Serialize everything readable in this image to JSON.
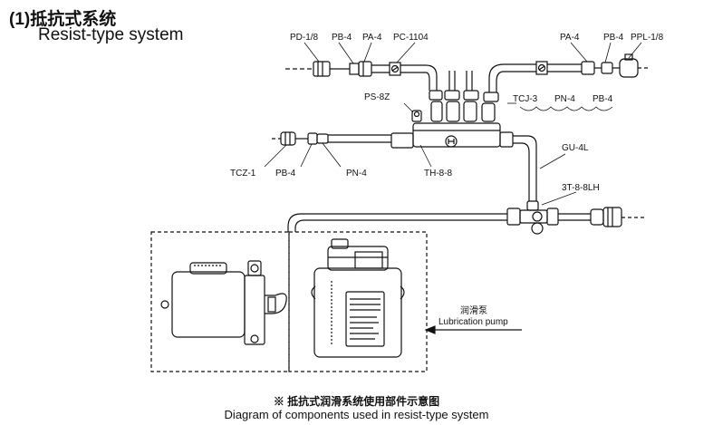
{
  "title": {
    "cn": "(1)抵抗式系统",
    "en": "Resist-type system"
  },
  "parts": {
    "pd": "PD-1/8",
    "pb4_left_top": "PB-4",
    "pa4_left_top": "PA-4",
    "pc1104": "PC-1104",
    "pa4_right_top": "PA-4",
    "pb4_right_top": "PB-4",
    "ppl": "PPL-1/8",
    "ps8z": "PS-8Z",
    "tcj3": "TCJ-3",
    "pn4_right": "PN-4",
    "pb4_right": "PB-4",
    "gu4l": "GU-4L",
    "t388lh": "3T-8-8LH",
    "th88": "TH-8-8",
    "tcz1": "TCZ-1",
    "pb4_bottom": "PB-4",
    "pn4_bottom": "PN-4"
  },
  "pump": {
    "label_cn": "润滑泵",
    "label_en": "Lubrication pump"
  },
  "caption": {
    "cn": "※ 抵抗式润滑系统使用部件示意图",
    "en": "Diagram of components used in resist-type system"
  }
}
